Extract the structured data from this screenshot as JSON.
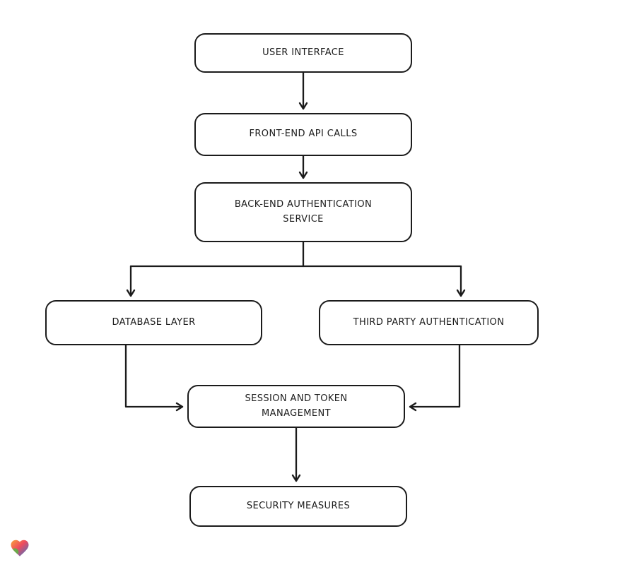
{
  "diagram": {
    "type": "flowchart",
    "background_color": "#ffffff",
    "stroke_color": "#1b1b1b",
    "nodes": [
      {
        "id": "user-interface",
        "label": "USER INTERFACE"
      },
      {
        "id": "front-end-api-calls",
        "label": "FRONT-END API CALLS"
      },
      {
        "id": "back-end-authentication-service",
        "label": "BACK-END AUTHENTICATION\nSERVICE"
      },
      {
        "id": "database-layer",
        "label": "DATABASE LAYER"
      },
      {
        "id": "third-party-authentication",
        "label": "THIRD PARTY AUTHENTICATION"
      },
      {
        "id": "session-and-token-management",
        "label": "SESSION AND TOKEN\nMANAGEMENT"
      },
      {
        "id": "security-measures",
        "label": "SECURITY MEASURES"
      }
    ],
    "edges": [
      {
        "from": "user-interface",
        "to": "front-end-api-calls"
      },
      {
        "from": "front-end-api-calls",
        "to": "back-end-authentication-service"
      },
      {
        "from": "back-end-authentication-service",
        "to": "database-layer"
      },
      {
        "from": "back-end-authentication-service",
        "to": "third-party-authentication"
      },
      {
        "from": "database-layer",
        "to": "session-and-token-management"
      },
      {
        "from": "third-party-authentication",
        "to": "session-and-token-management"
      },
      {
        "from": "session-and-token-management",
        "to": "security-measures"
      }
    ],
    "logo": {
      "name": "heart-logo",
      "colors": [
        "#F9A13A",
        "#EE4B5E",
        "#57B947",
        "#2E77D0"
      ]
    }
  }
}
